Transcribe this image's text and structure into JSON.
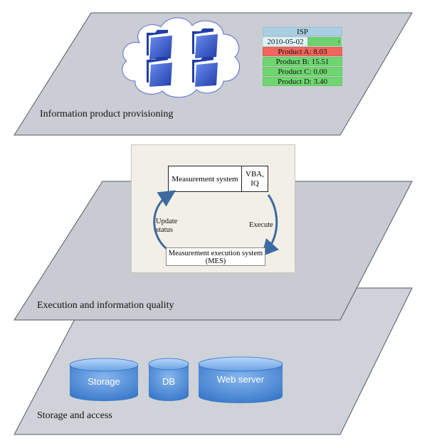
{
  "layers": {
    "top": {
      "label": "Information product provisioning"
    },
    "middle": {
      "label": "Execution and information quality"
    },
    "bottom": {
      "label": "Storage and access"
    }
  },
  "isp_panel": {
    "title": "ISP",
    "date": "2010-05-02",
    "products": [
      {
        "text": "Product A: 8.03",
        "color": "#f0665c"
      },
      {
        "text": "Product B: 15.51",
        "color": "#6fd66f"
      },
      {
        "text": "Product C: 0.00",
        "color": "#6fd66f"
      },
      {
        "text": "Product D: 3.40",
        "color": "#6fd66f"
      }
    ]
  },
  "mes": {
    "measurement_system": "Measurement system",
    "vba_iq": "VBA, IQ",
    "update_status": "Update status",
    "execute": "Execute",
    "mes_label": "Measurement execution system (MES)"
  },
  "cylinders": {
    "storage": "Storage",
    "db": "DB",
    "web_server": "Web server"
  },
  "colors": {
    "plane_fill": "#cdd0d6",
    "plane_stroke": "#555a60",
    "folder": "#3e5fcf",
    "cylinder": "#4a8ad6"
  }
}
